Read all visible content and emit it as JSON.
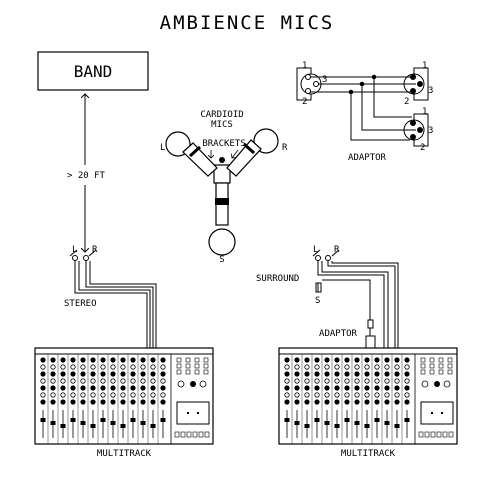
{
  "title": "AMBIENCE MICS",
  "band_label": "BAND",
  "distance_label": "> 20 FT",
  "mic_labels": {
    "cardioid_line1": "CARDIOID",
    "cardioid_line2": "MICS",
    "brackets": "BRACKETS",
    "left": "L",
    "right": "R",
    "surround": "S"
  },
  "adaptor_top": {
    "label": "ADAPTOR",
    "pins_left": [
      "1",
      "3",
      "2"
    ],
    "pins_out1": [
      "1",
      "3",
      "2"
    ],
    "pins_out2": [
      "1",
      "3",
      "2"
    ]
  },
  "stereo_pair": {
    "left": "L",
    "right": "R",
    "label": "STEREO"
  },
  "surround_pair": {
    "left": "L",
    "right": "R",
    "surround": "S",
    "label": "SURROUND"
  },
  "adaptor_bottom_label": "ADAPTOR",
  "mixer_left_label": "MULTITRACK",
  "mixer_right_label": "MULTITRACK"
}
